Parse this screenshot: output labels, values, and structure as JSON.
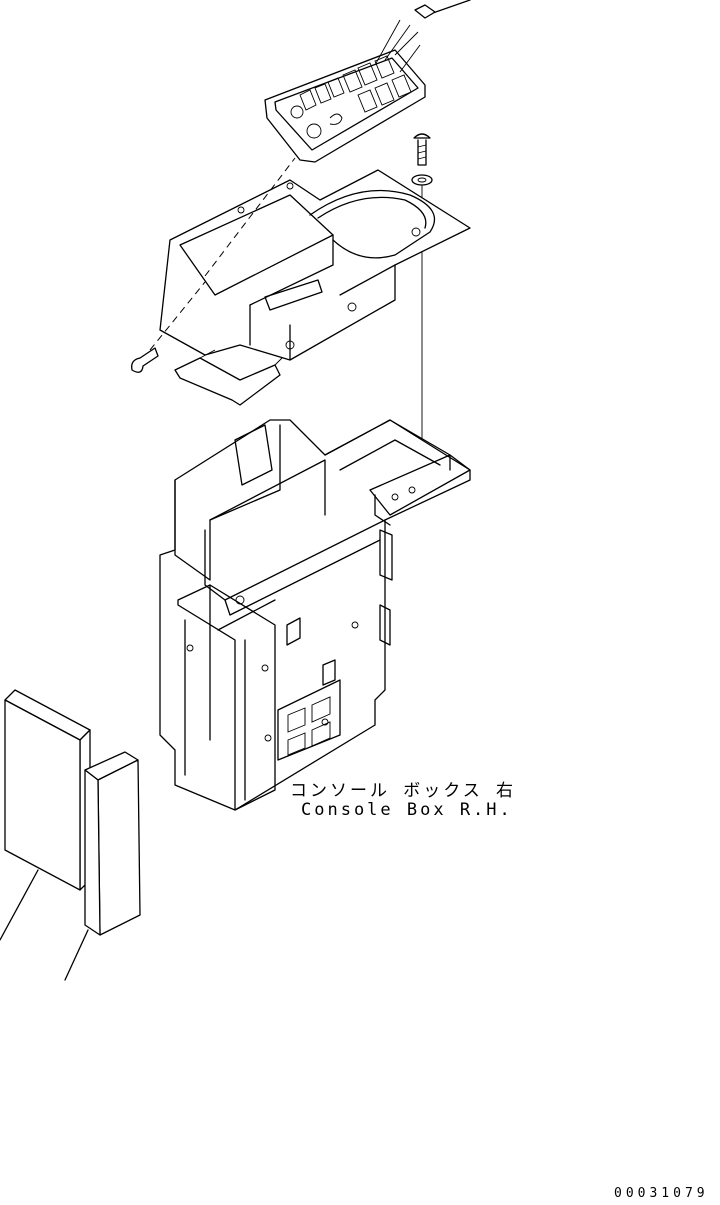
{
  "labels": {
    "part_name_jp": "コンソール ボックス 右",
    "part_name_en": "Console Box R.H.",
    "drawing_number": "00031079"
  }
}
